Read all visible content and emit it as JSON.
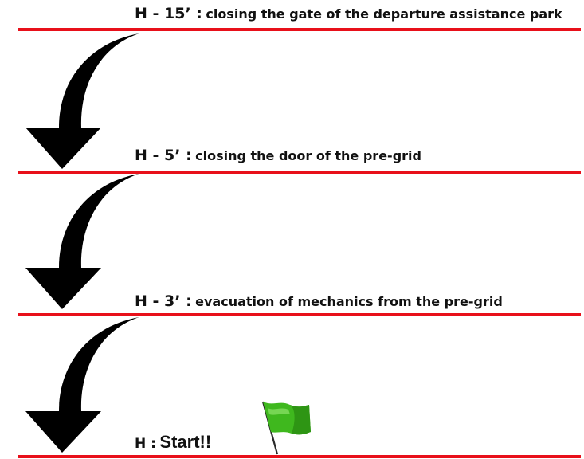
{
  "steps": [
    {
      "time": "H - 15’ :",
      "description": "closing the gate of the departure assistance park"
    },
    {
      "time": "H - 5’ :",
      "description": "closing the door of the pre-grid"
    },
    {
      "time": "H - 3’ :",
      "description": "evacuation of mechanics from the pre-grid"
    }
  ],
  "final": {
    "prefix": "H :",
    "label": "Start!!"
  },
  "colors": {
    "line": "#e8101a",
    "arrow": "#000000",
    "flag": "#3fb81e",
    "text": "#111111"
  },
  "icons": {
    "arrow": "curved-down-arrow-icon",
    "flag": "green-flag-icon"
  }
}
